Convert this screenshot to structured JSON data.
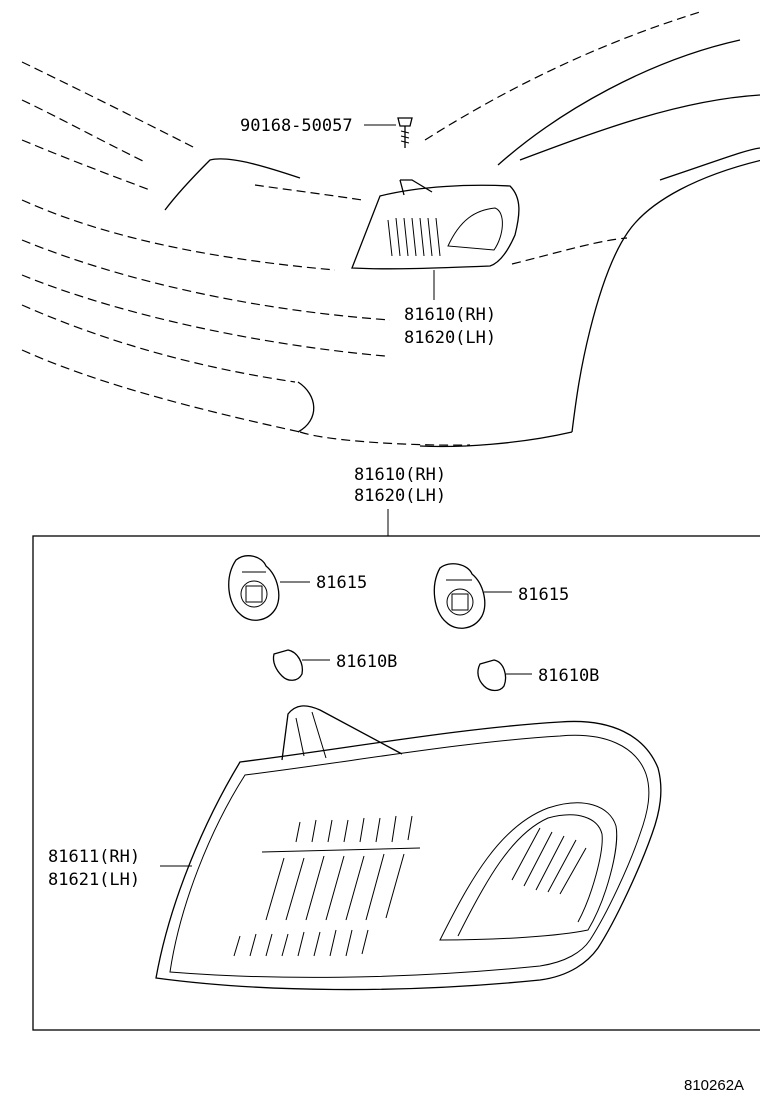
{
  "callouts": {
    "screw": "90168-50057",
    "assy_top_rh": "81610(RH)",
    "assy_top_lh": "81620(LH)",
    "assy_mid_rh": "81610(RH)",
    "assy_mid_lh": "81620(LH)",
    "socket_left": "81615",
    "socket_right": "81615",
    "bulb_left": "81610B",
    "bulb_right": "81610B",
    "lens_rh": "81611(RH)",
    "lens_lh": "81621(LH)"
  },
  "reference_code": "810262A"
}
